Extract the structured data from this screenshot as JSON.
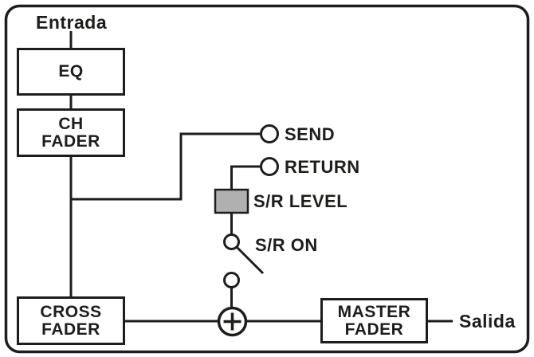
{
  "diagram": {
    "input_label": "Entrada",
    "output_label": "Salida",
    "blocks": {
      "eq": {
        "label": "EQ"
      },
      "ch_fader": {
        "line1": "CH",
        "line2": "FADER"
      },
      "cross_fader": {
        "line1": "CROSS",
        "line2": "FADER"
      },
      "master_fader": {
        "line1": "MASTER",
        "line2": "FADER"
      }
    },
    "ports": {
      "send": {
        "label": "SEND"
      },
      "return": {
        "label": "RETURN"
      },
      "sr_level": {
        "label": "S/R LEVEL"
      },
      "sr_on": {
        "label": "S/R ON"
      }
    },
    "sum_symbol": "+",
    "colors": {
      "line": "#1d1d1b",
      "background": "#ffffff",
      "sr_level_fill": "#b0b0b0"
    }
  }
}
